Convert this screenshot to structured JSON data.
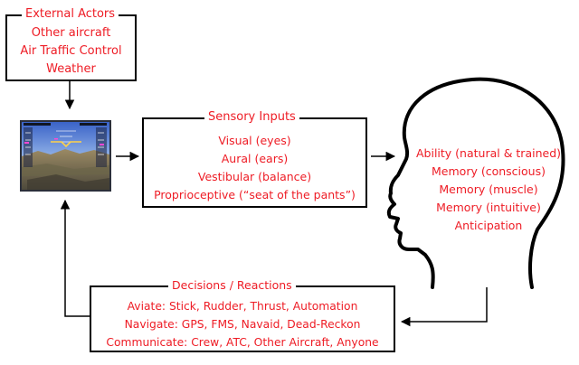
{
  "external": {
    "title": "External Actors",
    "items": [
      "Other aircraft",
      "Air Traffic Control",
      "Weather"
    ]
  },
  "sensory": {
    "title": "Sensory Inputs",
    "items": [
      "Visual (eyes)",
      "Aural (ears)",
      "Vestibular (balance)",
      "Proprioceptive (“seat of the pants”)"
    ]
  },
  "brain": {
    "items": [
      "Ability (natural & trained)",
      "Memory (conscious)",
      "Memory (muscle)",
      "Memory (intuitive)",
      "Anticipation"
    ]
  },
  "decisions": {
    "title": "Decisions / Reactions",
    "items": [
      "Aviate: Stick, Rudder, Thrust, Automation",
      "Navigate: GPS, FMS, Navaid, Dead-Reckon",
      "Communicate: Crew, ATC, Other Aircraft, Anyone"
    ]
  },
  "colors": {
    "text": "#ee1c25",
    "stroke": "#000000"
  }
}
